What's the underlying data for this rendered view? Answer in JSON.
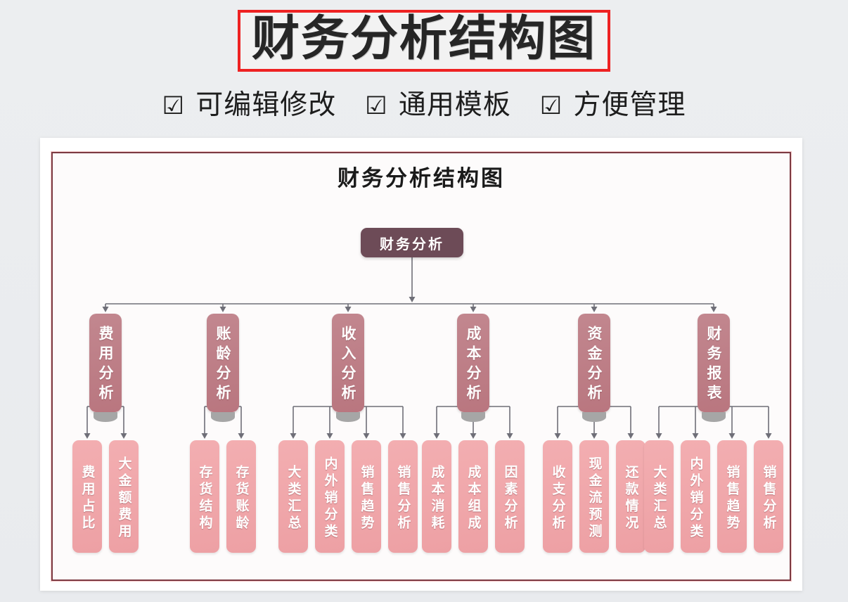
{
  "header": {
    "title": "财务分析结构图",
    "checkmark": "☑",
    "features": [
      "可编辑修改",
      "通用模板",
      "方便管理"
    ]
  },
  "diagram": {
    "title": "财务分析结构图",
    "root": "财务分析",
    "colors": {
      "root_fill": "#6d4b57",
      "level2_fill": "#bd7c85",
      "leaf_fill": "#f0a6aa",
      "connector": "#6f6f78",
      "cap": "#a6a6a6",
      "card_border": "#7c3a42",
      "title_border": "#ee2222"
    },
    "branches": [
      {
        "label": "费用分析",
        "children": [
          "费用占比",
          "大金额费用"
        ]
      },
      {
        "label": "账龄分析",
        "children": [
          "存货结构",
          "存货账龄"
        ]
      },
      {
        "label": "收入分析",
        "children": [
          "大类汇总",
          "内外销分类",
          "销售趋势",
          "销售分析"
        ]
      },
      {
        "label": "成本分析",
        "children": [
          "成本消耗",
          "成本组成",
          "因素分析"
        ]
      },
      {
        "label": "资金分析",
        "children": [
          "收支分析",
          "现金流预测",
          "还款情况"
        ]
      },
      {
        "label": "财务报表",
        "children": [
          "大类汇总",
          "内外销分类",
          "销售趋势",
          "销售分析"
        ]
      }
    ]
  }
}
